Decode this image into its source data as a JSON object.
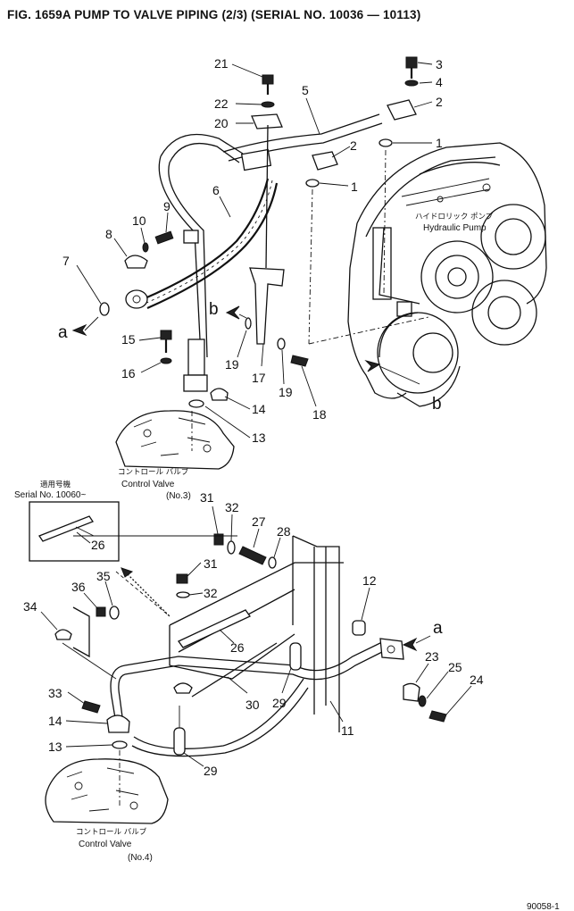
{
  "title": "FIG. 1659A  PUMP TO VALVE PIPING (2/3) (SERIAL NO. 10036 — 10113)",
  "labels": {
    "hydraulic_pump_jp": "ハイドロリック ポンプ",
    "hydraulic_pump": "Hydraulic Pump",
    "control_valve_jp": "コントロール バルブ",
    "control_valve": "Control Valve",
    "valve_no3": "(No.3)",
    "valve_no4": "(No.4)",
    "serial_jp": "適用号機",
    "serial_note": "Serial No. 10060~",
    "ref_a": "a",
    "ref_b": "b",
    "footer": "90058-1"
  },
  "parts": {
    "p1": "1",
    "p2": "2",
    "p3": "3",
    "p4": "4",
    "p5": "5",
    "p6": "6",
    "p7": "7",
    "p8": "8",
    "p9": "9",
    "p10": "10",
    "p11": "11",
    "p12": "12",
    "p13": "13",
    "p14": "14",
    "p15": "15",
    "p16": "16",
    "p17": "17",
    "p18": "18",
    "p19": "19",
    "p20": "20",
    "p21": "21",
    "p22": "22",
    "p23": "23",
    "p24": "24",
    "p25": "25",
    "p26": "26",
    "p27": "27",
    "p28": "28",
    "p29": "29",
    "p30": "30",
    "p31": "31",
    "p32": "32",
    "p33": "33",
    "p34": "34",
    "p35": "35",
    "p36": "36"
  }
}
